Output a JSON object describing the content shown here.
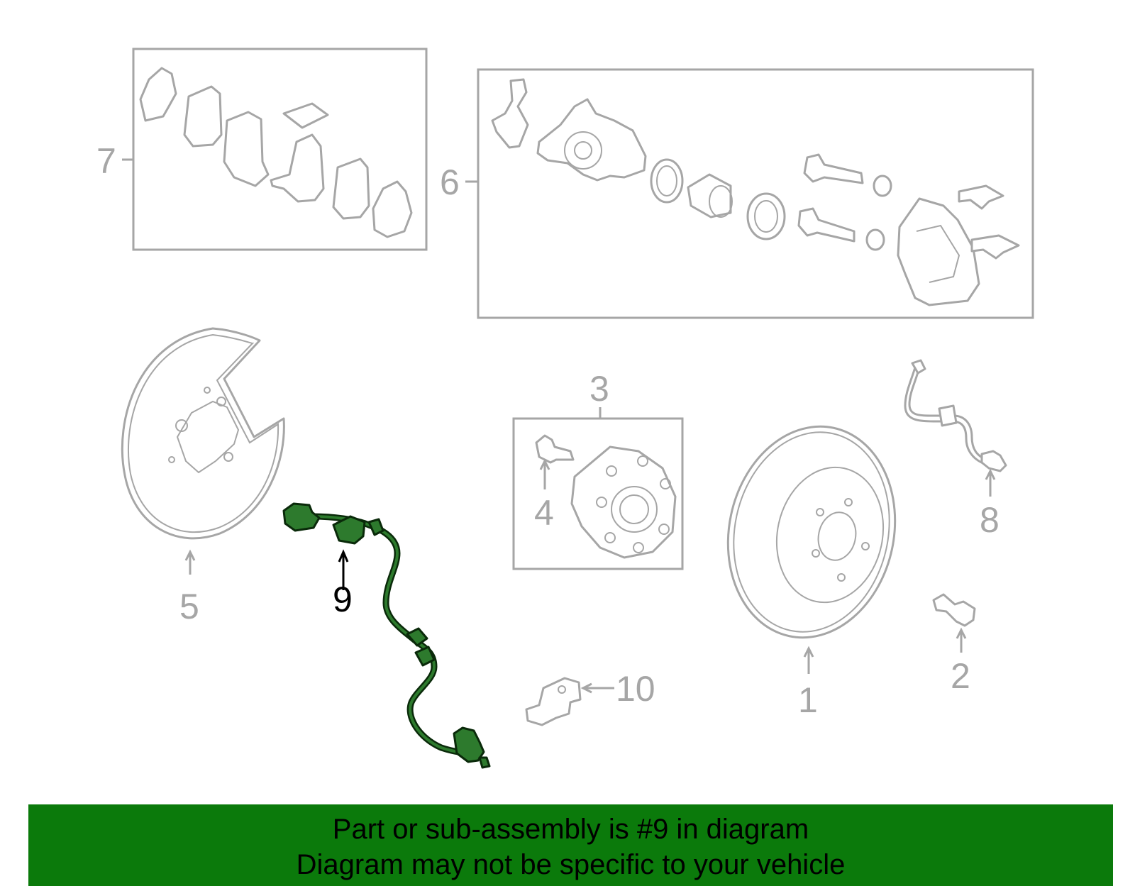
{
  "callouts": {
    "c1": "1",
    "c2": "2",
    "c3": "3",
    "c4": "4",
    "c5": "5",
    "c6": "6",
    "c7": "7",
    "c8": "8",
    "c9": "9",
    "c10": "10"
  },
  "highlight_part": "9",
  "colors": {
    "highlight": "#2d7a2d",
    "banner": "#0b7a0b",
    "outline": "#a6a6a6"
  },
  "banner": {
    "line1": "Part or sub-assembly is #9 in diagram",
    "line2": "Diagram may not be specific to your vehicle"
  }
}
